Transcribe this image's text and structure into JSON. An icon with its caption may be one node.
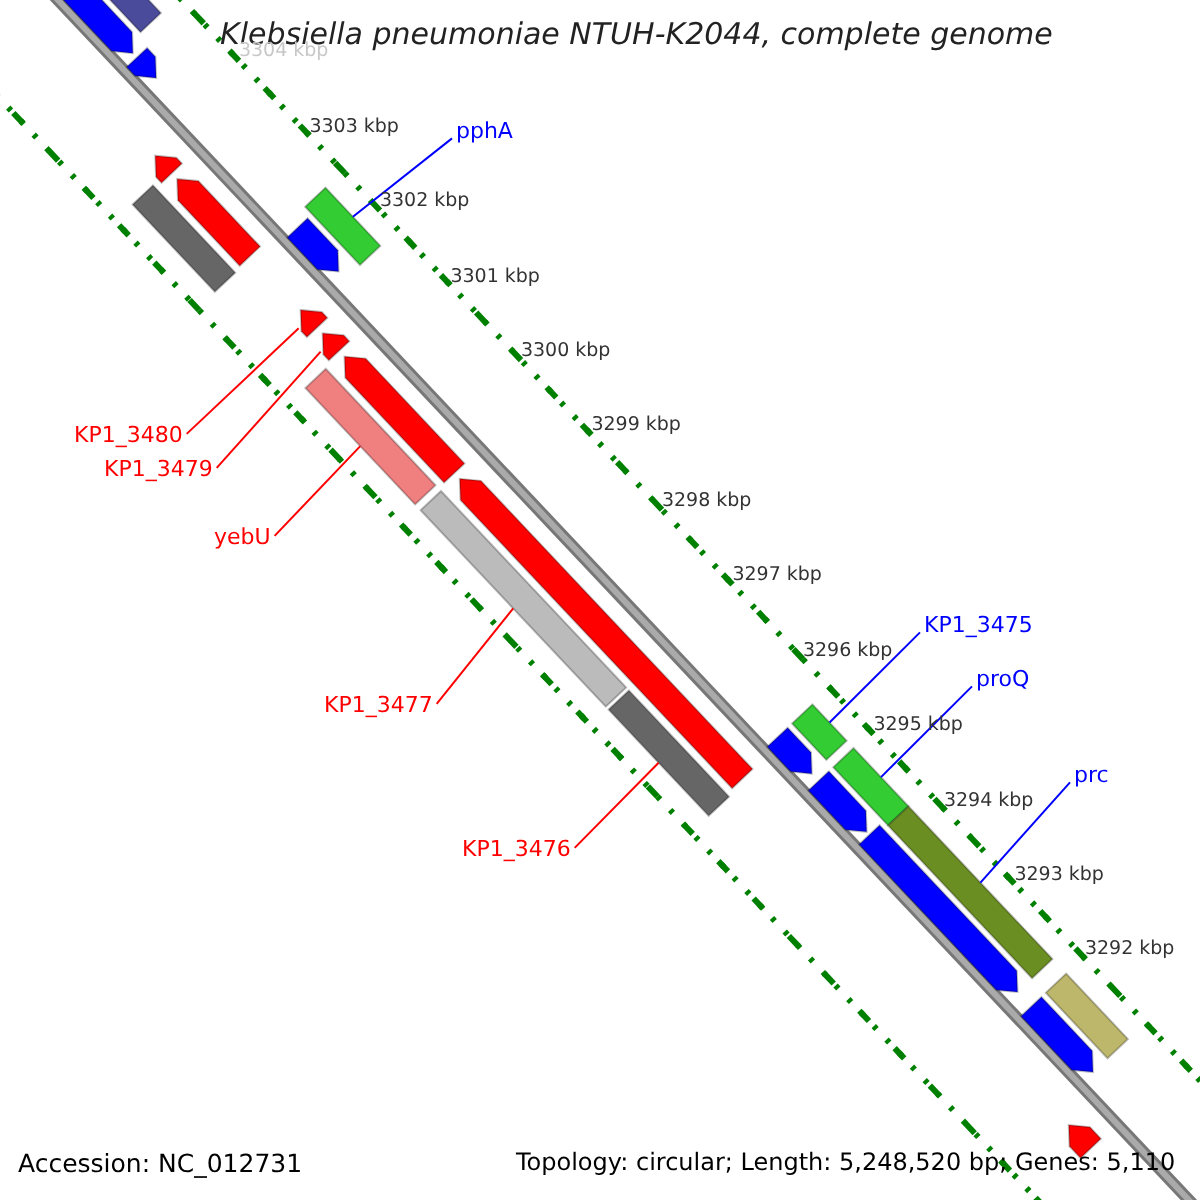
{
  "diagram": {
    "title": "Klebsiella pneumoniae NTUH-K2044, complete genome",
    "nodes": [
      {
        "text": [
          "pphA"
        ]
      },
      {
        "text": [
          "KP1_3480"
        ]
      },
      {
        "text": [
          "KP1_3479"
        ]
      },
      {
        "text": [
          "yebU"
        ]
      },
      {
        "text": [
          "KP1_3475"
        ]
      },
      {
        "text": [
          "proQ"
        ]
      },
      {
        "text": [
          "KP1_3477"
        ]
      },
      {
        "text": [
          "prc"
        ]
      },
      {
        "text": [
          "KP1_3476"
        ]
      },
      {
        "text": [],
        "shape": "arrow"
      },
      {
        "text": [],
        "shape": "bar"
      },
      {
        "text": [],
        "shape": "arrow"
      },
      {
        "text": [],
        "shape": "arrow"
      },
      {
        "text": [],
        "shape": "bar"
      },
      {
        "text": [],
        "shape": "arrow"
      },
      {
        "text": [],
        "shape": "bar"
      },
      {
        "text": [],
        "shape": "arrow"
      },
      {
        "text": [],
        "shape": "arrow"
      },
      {
        "text": [],
        "shape": "arrow"
      },
      {
        "text": [],
        "shape": "bar"
      },
      {
        "text": [],
        "shape": "arrow"
      },
      {
        "text": [],
        "shape": "bar"
      },
      {
        "text": [],
        "shape": "arrow"
      },
      {
        "text": [],
        "shape": "bar"
      },
      {
        "text": [],
        "shape": "bar"
      },
      {
        "text": [],
        "shape": "arrow"
      },
      {
        "text": [],
        "shape": "bar"
      },
      {
        "text": [],
        "shape": "arrow"
      },
      {
        "text": [],
        "shape": "arrow"
      },
      {
        "text": [],
        "shape": "bar"
      },
      {
        "text": [],
        "shape": "bar"
      },
      {
        "text": [],
        "shape": "arrow"
      },
      {
        "text": [],
        "shape": "arrow"
      }
    ],
    "edges": [
      {
        "from": 0,
        "to": 15,
        "arrow": "none",
        "color": "#0000ff"
      },
      {
        "from": 1,
        "to": 17,
        "arrow": "none"
      },
      {
        "from": 2,
        "to": 18,
        "arrow": "none"
      },
      {
        "from": 3,
        "to": 19,
        "arrow": "none"
      },
      {
        "from": 4,
        "to": 24,
        "arrow": "none",
        "color": "#0000ff"
      },
      {
        "from": 5,
        "to": 26,
        "arrow": "none",
        "color": "#0000ff"
      },
      {
        "from": 6,
        "to": 21,
        "arrow": "none"
      },
      {
        "from": 7,
        "to": 29,
        "arrow": "none",
        "color": "#0000ff"
      },
      {
        "from": 8,
        "to": 23,
        "arrow": "none"
      }
    ],
    "labels": [
      "3304 kbp",
      "3303 kbp",
      "3302 kbp",
      "3301 kbp",
      "3300 kbp",
      "3299 kbp",
      "3298 kbp",
      "3297 kbp",
      "3296 kbp",
      "3295 kbp",
      "3294 kbp",
      "3293 kbp",
      "3292 kbp",
      "Accession: NC_012731",
      "Topology: circular; Length: 5,248,520 bp; Genes: 5,110"
    ]
  }
}
